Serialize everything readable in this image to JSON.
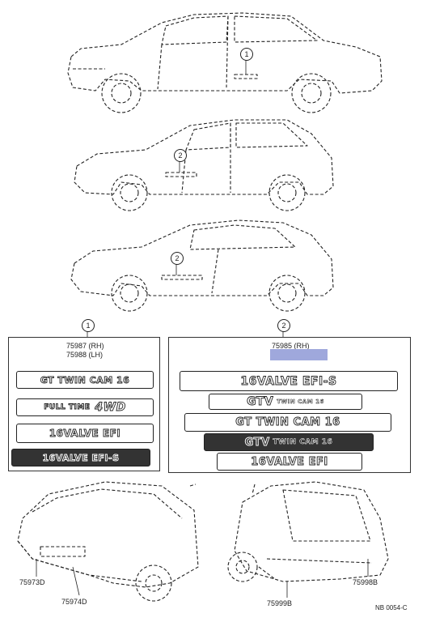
{
  "callouts": {
    "one": "1",
    "two": "2"
  },
  "group1": {
    "part_rh": "75987 (RH)",
    "part_lh": "75988 (LH)",
    "emblems": [
      "GT TWIN CAM 16",
      "FULL TIME",
      "4WD",
      "16VALVE EFI",
      "16VALVE EFI-S"
    ]
  },
  "group2": {
    "part_rh": "75985 (RH)",
    "emblems": [
      "16VALVE EFI-S",
      "GTV",
      "TWIN CAM 16",
      "GT TWIN CAM 16",
      "GTV",
      "TWIN CAM 16",
      "16VALVE EFI"
    ]
  },
  "bottom": {
    "part_75973d": "75973D",
    "part_75974d": "75974D",
    "part_75998b": "75998B",
    "part_75999b": "75999B",
    "figure_code": "NB 0054-C"
  },
  "colors": {
    "line": "#222222",
    "redaction": "#9fa8dc"
  }
}
